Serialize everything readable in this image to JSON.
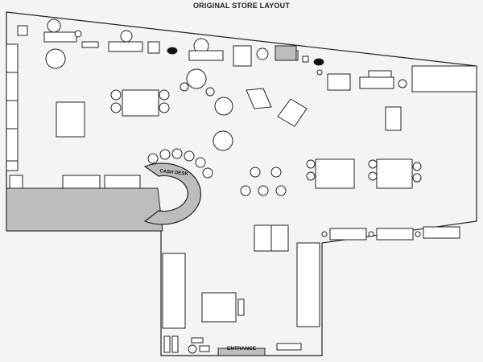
{
  "title": "ORIGINAL STORE LAYOUT",
  "labels": {
    "cash_desk": "CASH DESK",
    "entrance": "ENTRANCE"
  },
  "colors": {
    "background": "#f4f4f4",
    "line": "#222222",
    "fixture_fill": "#ffffff",
    "counter_fill": "#bdbdbd",
    "dark_fill": "#111111"
  }
}
